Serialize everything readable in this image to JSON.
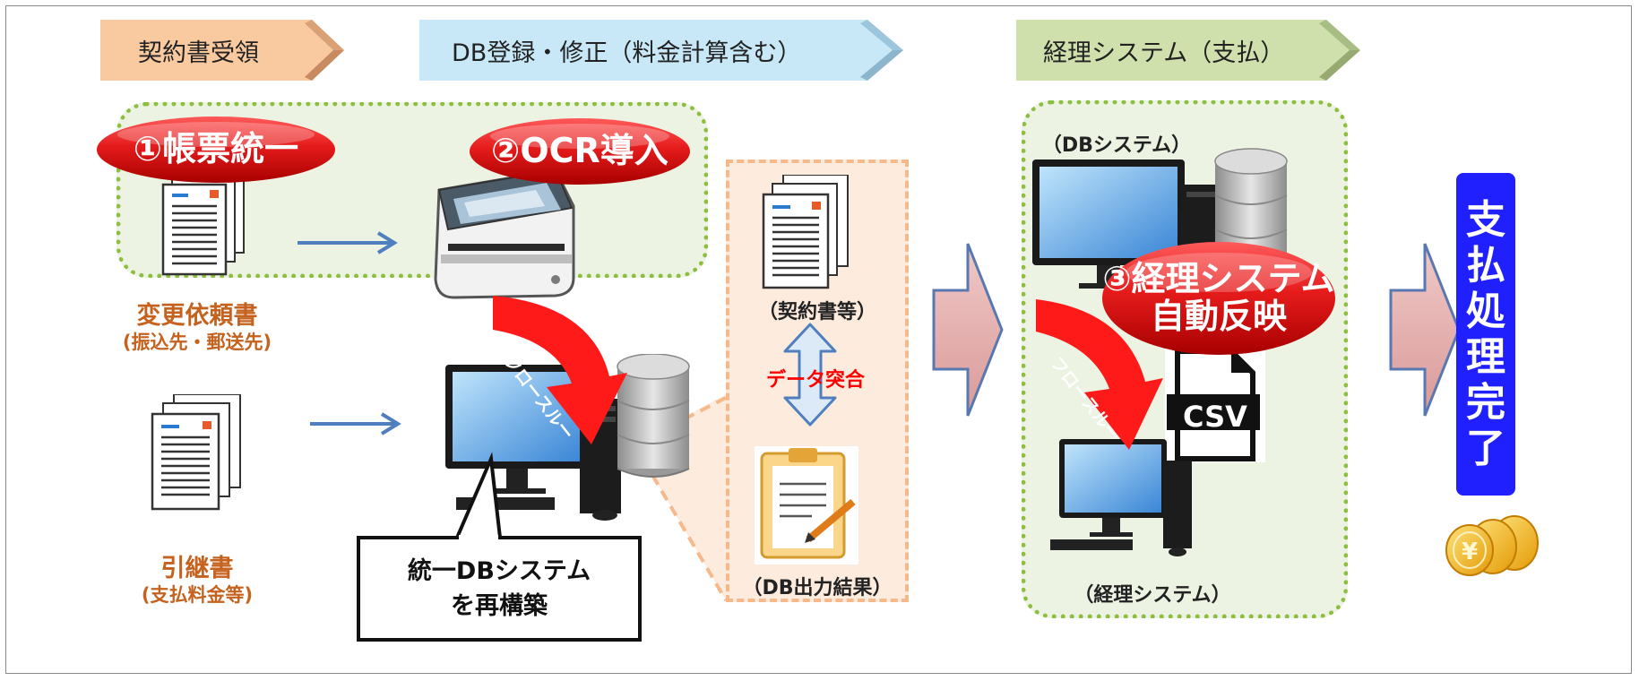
{
  "phases": {
    "receive": "契約書受領",
    "db_register": "DB登録・修正（料金計算含む）",
    "accounting": "経理システム（支払）"
  },
  "badges": {
    "unify_forms": "①帳票統一",
    "ocr": "②OCR導入",
    "auto_reflect_line1": "③経理システム",
    "auto_reflect_line2": "自動反映"
  },
  "documents": {
    "change_request": "変更依頼書",
    "change_request_sub": "(振込先・郵送先)",
    "handover": "引継書",
    "handover_sub": "(支払料金等)"
  },
  "flow_through": "フロースルー",
  "db_check": {
    "contract_label": "（契約書等）",
    "match_label": "データ突合",
    "output_label": "（DB出力結果）"
  },
  "callout": {
    "line1": "統一DBシステム",
    "line2": "を再構築"
  },
  "accounting_group": {
    "db_system": "（DBシステム）",
    "accounting_system": "（経理システム）",
    "csv": "CSV"
  },
  "payment_complete": [
    "支",
    "払",
    "処",
    "理",
    "完",
    "了"
  ],
  "colors": {
    "phase1": "#f9c99f",
    "phase2": "#c8e8f8",
    "phase3": "#cfe0ad",
    "group_border": "#8cbe3f",
    "db_box_border": "#f5b98c",
    "badge_red": "#e41414",
    "flow_red": "#ff1a1a",
    "arrow_blue": "#4f7fbf",
    "big_arrow": "#e5b8b7",
    "payment_blue": "#2020ff",
    "label_orange": "#c4621e"
  }
}
